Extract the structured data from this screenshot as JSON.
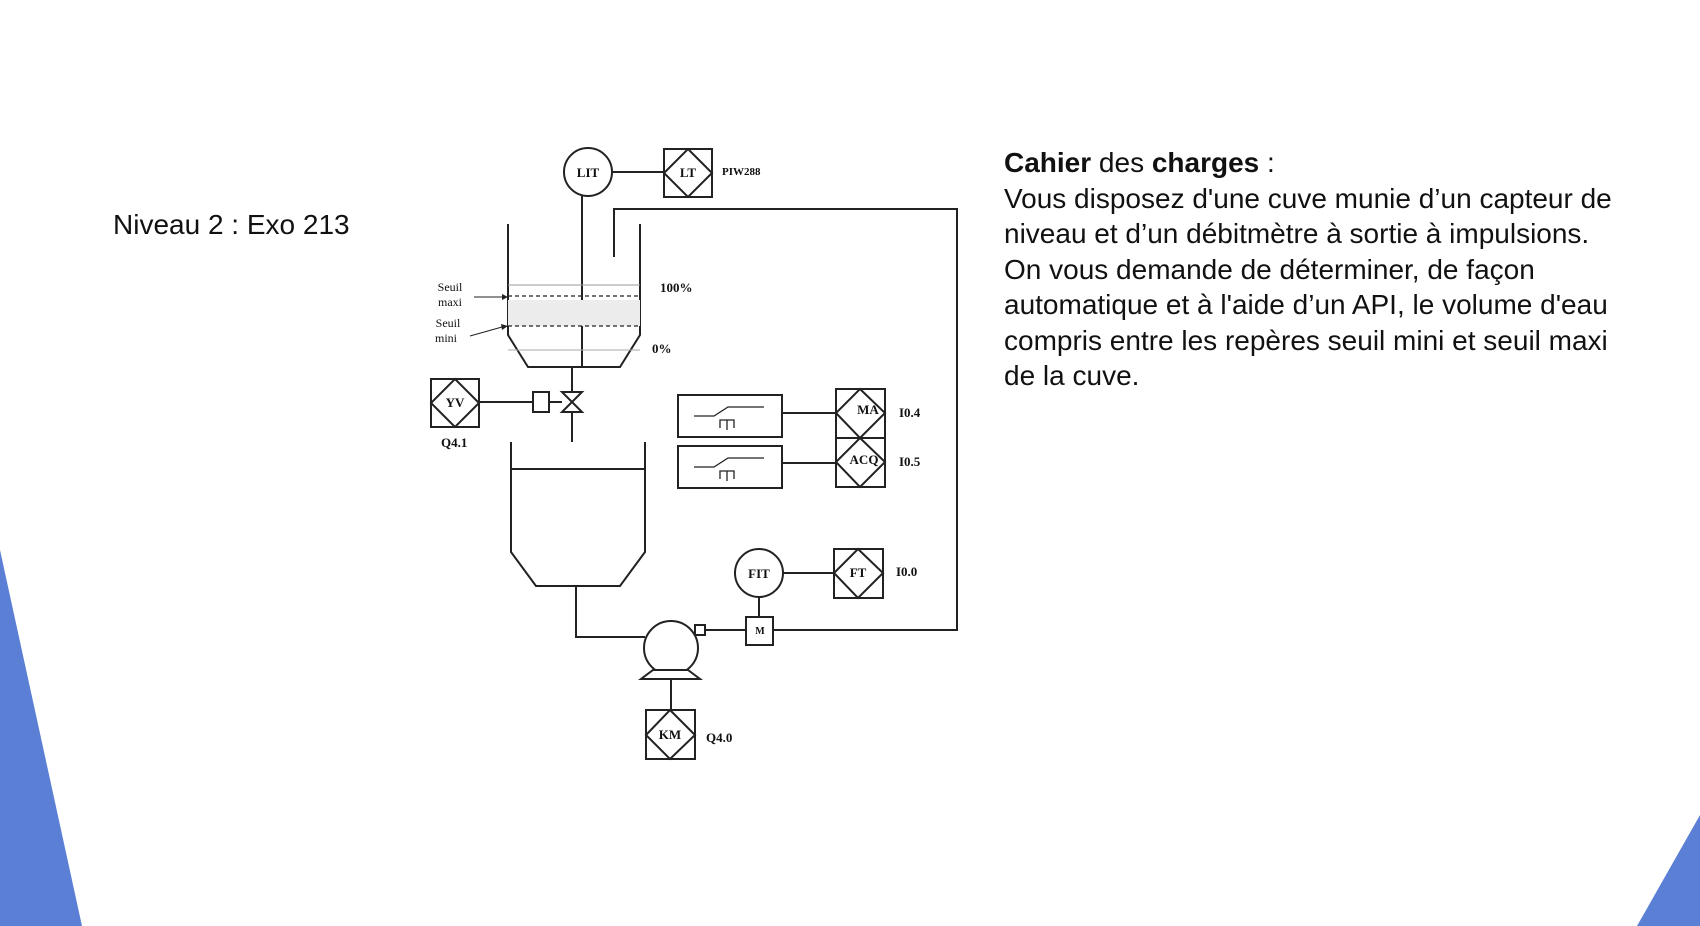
{
  "slide": {
    "title": "Niveau 2 : Exo 213",
    "spec": {
      "heading_bold_1": "Cahier",
      "heading_normal": " des ",
      "heading_bold_2": "charges",
      "heading_tail": " :",
      "lines": [
        "Vous disposez d'une cuve munie d’un capteur de niveau et d’un débitmètre à sortie à impulsions.",
        "On vous demande de déterminer, de façon automatique et à l'aide d’un API, le volume d'eau compris entre les repères seuil mini et seuil maxi de la cuve."
      ]
    }
  },
  "diagram": {
    "lit": "LIT",
    "lt": "LT",
    "piw": "PIW288",
    "seuil_maxi_1": "Seuil",
    "seuil_maxi_2": "maxi",
    "seuil_mini_1": "Seuil",
    "seuil_mini_2": "mini",
    "pct100": "100%",
    "pct0": "0%",
    "yv": "YV",
    "q41": "Q4.1",
    "ma": "MA",
    "i04": "I0.4",
    "acq": "ACQ",
    "i05": "I0.5",
    "fit": "FIT",
    "ft": "FT",
    "i00": "I0.0",
    "m": "M",
    "km": "KM",
    "q40": "Q4.0"
  },
  "colors": {
    "decor_blue": "#5b7fd4",
    "line": "#222222"
  }
}
